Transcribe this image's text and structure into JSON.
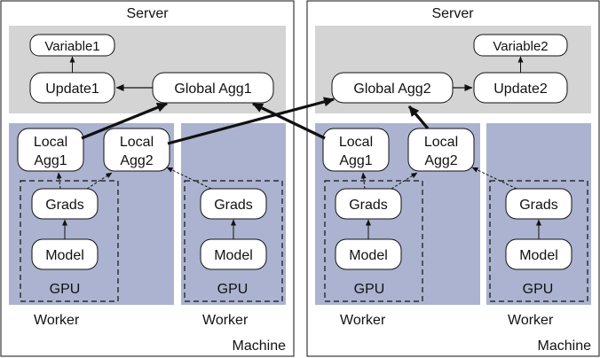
{
  "machines": [
    {
      "server_label": "Server",
      "machine_label": "Machine",
      "variable_label": "Variable1",
      "update_label": "Update1",
      "global_agg_label": "Global Agg1",
      "workers": [
        {
          "label": "Worker",
          "gpus": [
            {
              "gpu_label": "GPU",
              "local_agg_label": [
                "Local",
                "Agg1"
              ],
              "grads_label": "Grads",
              "model_label": "Model"
            },
            {
              "gpu_label": "",
              "local_agg_label": [
                "Local",
                "Agg2"
              ],
              "grads_label": "",
              "model_label": ""
            }
          ]
        },
        {
          "label": "Worker",
          "gpus": [
            {
              "gpu_label": "GPU",
              "local_agg_label": [],
              "grads_label": "Grads",
              "model_label": "Model"
            }
          ]
        }
      ]
    },
    {
      "server_label": "Server",
      "machine_label": "Machine",
      "variable_label": "Variable2",
      "update_label": "Update2",
      "global_agg_label": "Global Agg2",
      "workers": [
        {
          "label": "Worker",
          "gpus": [
            {
              "gpu_label": "GPU",
              "local_agg_label": [
                "Local",
                "Agg1"
              ],
              "grads_label": "Grads",
              "model_label": "Model"
            },
            {
              "gpu_label": "",
              "local_agg_label": [
                "Local",
                "Agg2"
              ],
              "grads_label": "",
              "model_label": ""
            }
          ]
        },
        {
          "label": "Worker",
          "gpus": [
            {
              "gpu_label": "GPU",
              "local_agg_label": [],
              "grads_label": "Grads",
              "model_label": "Model"
            }
          ]
        }
      ]
    }
  ],
  "colors": {
    "server_bg": "#d4d4d4",
    "worker_bg": "#abb3d0",
    "node_fill": "#ffffff",
    "stroke": "#111111"
  }
}
